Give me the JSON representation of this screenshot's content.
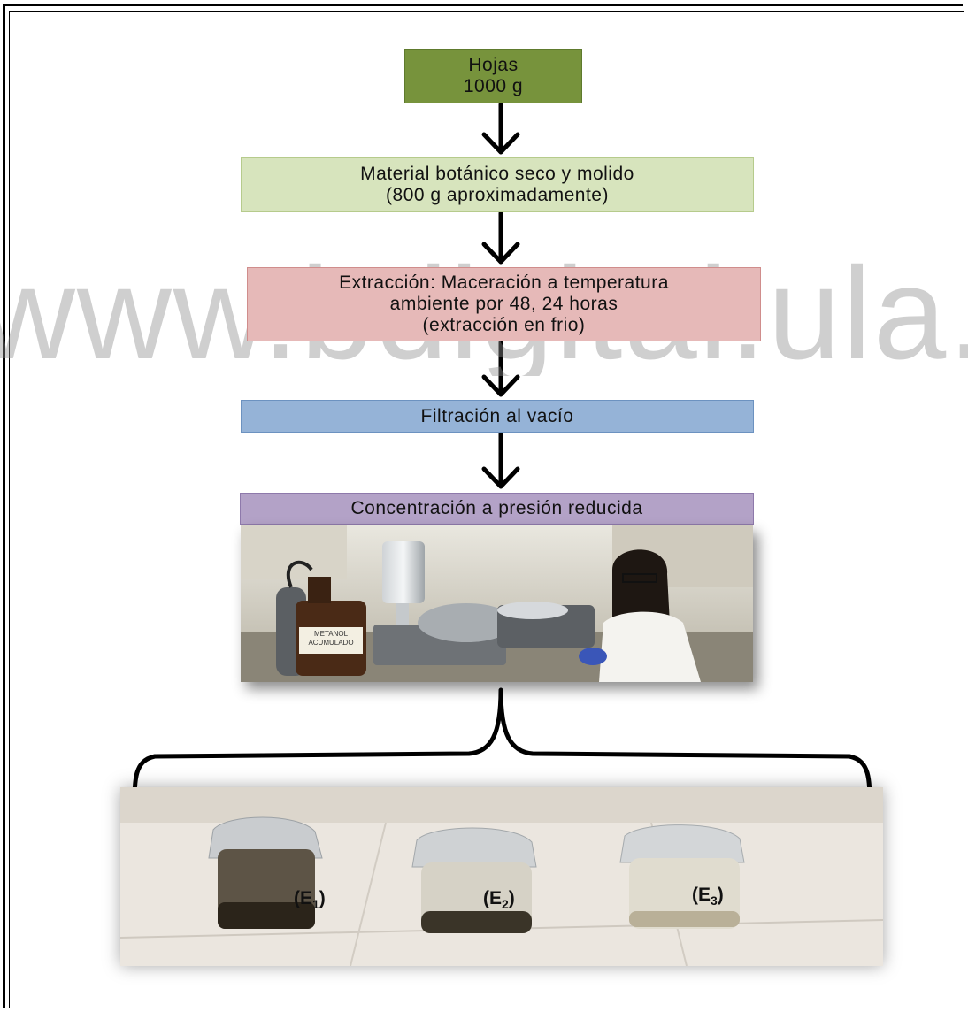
{
  "boxes": {
    "hojas": "Hojas\n1000 g",
    "material": "Material botánico seco y molido\n(800 g aproximadamente)",
    "extraccion": "Extracción: Maceración a temperatura\nambiente por 48, 24 horas\n(extracción en frio)",
    "filtracion": "Filtración al vacío",
    "concentracion": "Concentración a presión reducida"
  },
  "colors": {
    "hojas": "#77933c",
    "material": "#d7e4bd",
    "extraccion": "#e6b9b8",
    "filtracion": "#95b3d7",
    "concentracion": "#b3a2c7"
  },
  "photo_lab": {
    "bottle_label_line1": "METANOL",
    "bottle_label_line2": "ACUMULADO"
  },
  "jars": [
    {
      "letter": "(E",
      "sub": "1",
      "close": ")"
    },
    {
      "letter": "(E",
      "sub": "2",
      "close": ")"
    },
    {
      "letter": "(E",
      "sub": "3",
      "close": ")"
    }
  ],
  "watermark": "www.bdigital.ula.ve"
}
